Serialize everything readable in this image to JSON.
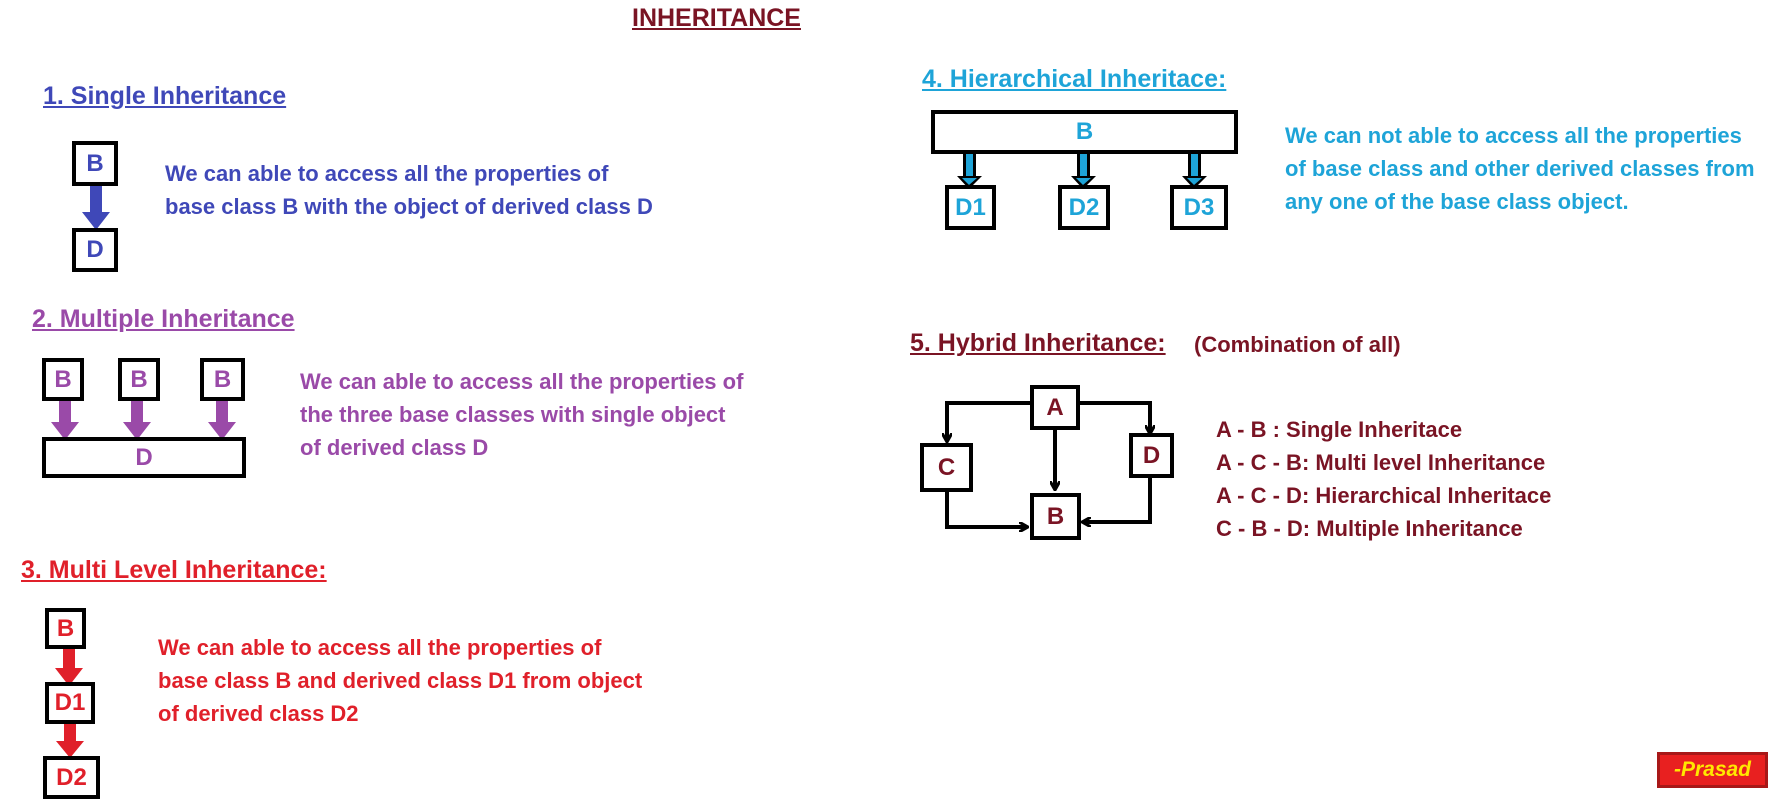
{
  "title": "INHERITANCE",
  "colors": {
    "single": "#3f48b8",
    "multiple": "#9a4aa8",
    "multilevel": "#e0202a",
    "hierarchical": "#1ea4d8",
    "hybrid": "#7a1424"
  },
  "single": {
    "heading": "1. Single Inheritance",
    "boxes": [
      "B",
      "D"
    ],
    "desc": [
      "We can able to access all the properties of",
      "base class B with the object of derived class D"
    ]
  },
  "multiple": {
    "heading": "2. Multiple Inheritance",
    "bases": [
      "B",
      "B",
      "B"
    ],
    "derived": "D",
    "desc": [
      "We can able to access all the properties of",
      "the three base classes with single object",
      "of derived class D"
    ]
  },
  "multilevel": {
    "heading": "3. Multi Level Inheritance:",
    "boxes": [
      "B",
      "D1",
      "D2"
    ],
    "desc": [
      "We can  able to access all the properties of",
      "base class B and derived class D1 from object",
      "of derived class D2"
    ]
  },
  "hierarchical": {
    "heading": "4. Hierarchical Inheritace:",
    "base": "B",
    "derived": [
      "D1",
      "D2",
      "D3"
    ],
    "desc": [
      "We can not able to access all the properties",
      "of base class and other derived classes from",
      "any one of the base class object."
    ]
  },
  "hybrid": {
    "heading": "5. Hybrid Inheritance:",
    "note": "(Combination of all)",
    "nodes": {
      "a": "A",
      "b": "B",
      "c": "C",
      "d": "D"
    },
    "legend": [
      "A - B : Single Inheritace",
      "A - C - B: Multi level Inheritance",
      "A - C - D: Hierarchical Inheritace",
      "C - B - D: Multiple Inheritance"
    ]
  },
  "signature": "-Prasad"
}
